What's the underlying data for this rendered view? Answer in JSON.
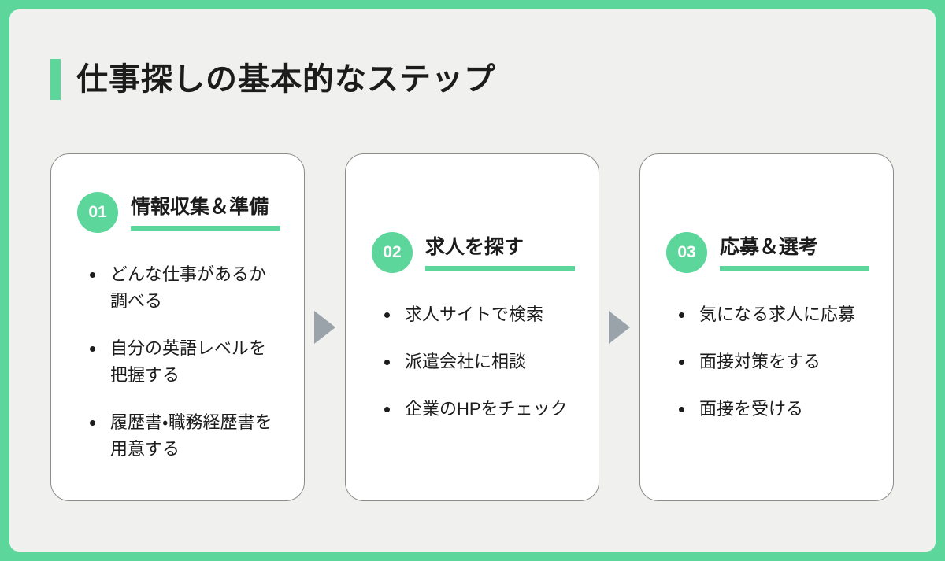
{
  "page": {
    "title": "仕事探しの基本的なステップ"
  },
  "colors": {
    "accent": "#5CD69B",
    "background": "#F0F0EE",
    "card_bg": "#FFFFFF",
    "card_border": "#8C8C8C",
    "arrow": "#9AA3A9",
    "text": "#1C1C1C",
    "badge_text": "#FFFFFF"
  },
  "icons": {
    "connector": "triangle-right-icon"
  },
  "steps": [
    {
      "number": "01",
      "title": "情報収集＆準備",
      "items": [
        "どんな仕事があるか調べる",
        "自分の英語レベルを把握する",
        "履歴書・職務経歴書を用意する"
      ]
    },
    {
      "number": "02",
      "title": "求人を探す",
      "items": [
        "求人サイトで検索",
        "派遣会社に相談",
        "企業のHPをチェック"
      ]
    },
    {
      "number": "03",
      "title": "応募＆選考",
      "items": [
        "気になる求人に応募",
        "面接対策をする",
        "面接を受ける"
      ]
    }
  ]
}
